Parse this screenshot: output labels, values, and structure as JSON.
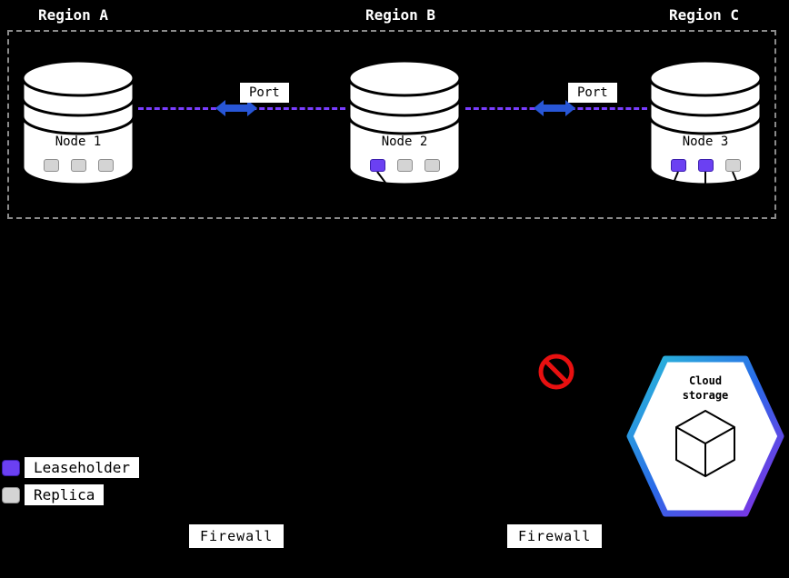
{
  "regions": [
    {
      "label": "Region A"
    },
    {
      "label": "Region B"
    },
    {
      "label": "Region C"
    }
  ],
  "nodes": [
    {
      "label": "Node 1",
      "squares": [
        "replica",
        "replica",
        "replica"
      ]
    },
    {
      "label": "Node 2",
      "squares": [
        "leaseholder",
        "replica",
        "replica"
      ]
    },
    {
      "label": "Node 3",
      "squares": [
        "leaseholder",
        "leaseholder",
        "replica"
      ]
    }
  ],
  "connections": [
    {
      "label": "Port"
    },
    {
      "label": "Port"
    }
  ],
  "cloud_storage": {
    "label": "Cloud storage"
  },
  "legend": {
    "items": [
      {
        "type": "leaseholder",
        "label": "Leaseholder"
      },
      {
        "type": "replica",
        "label": "Replica"
      }
    ]
  },
  "firewalls": [
    {
      "label": "Firewall"
    },
    {
      "label": "Firewall"
    }
  ],
  "colors": {
    "leaseholder": "#6b40f2",
    "replica": "#d4d4d4",
    "dashed_link": "#7a3dff",
    "arrow": "#2856d6",
    "prohibition": "#e81010",
    "hexagon_gradient": [
      "#29c0d8",
      "#2a6ae8",
      "#8a2be2"
    ],
    "background": "#000000"
  }
}
